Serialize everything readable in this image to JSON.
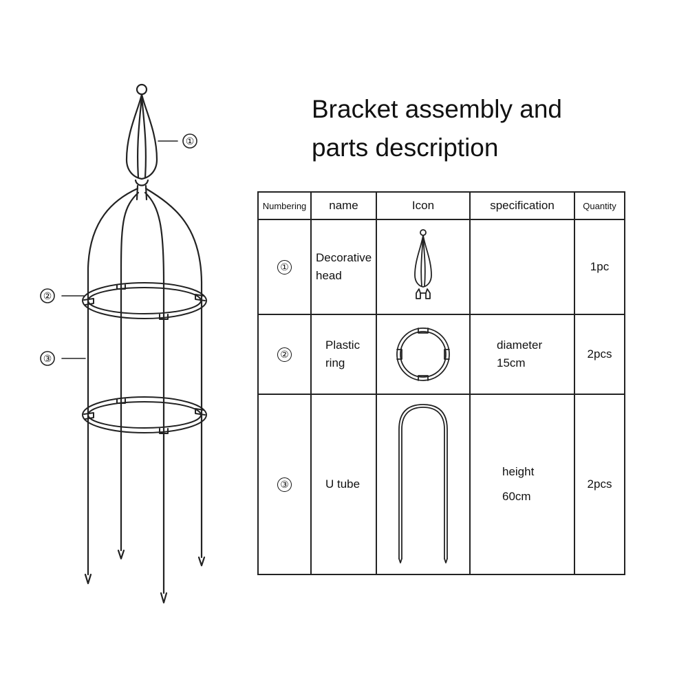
{
  "title_line1": "Bracket assembly and",
  "title_line2": "parts description",
  "callouts": [
    "①",
    "②",
    "③"
  ],
  "table": {
    "headers": [
      "Numbering",
      "name",
      "Icon",
      "specification",
      "Quantity"
    ],
    "rows": [
      {
        "numbering": "①",
        "name_line1": "Decorative",
        "name_line2": "head",
        "icon": "decorative-head-icon",
        "spec_line1": "",
        "spec_line2": "",
        "quantity": "1pc"
      },
      {
        "numbering": "②",
        "name_line1": "Plastic",
        "name_line2": "ring",
        "icon": "plastic-ring-icon",
        "spec_line1": "diameter",
        "spec_line2": "15cm",
        "quantity": "2pcs"
      },
      {
        "numbering": "③",
        "name_line1": "U tube",
        "name_line2": "",
        "icon": "u-tube-icon",
        "spec_line1": "height",
        "spec_line2": "60cm",
        "quantity": "2pcs"
      }
    ]
  }
}
